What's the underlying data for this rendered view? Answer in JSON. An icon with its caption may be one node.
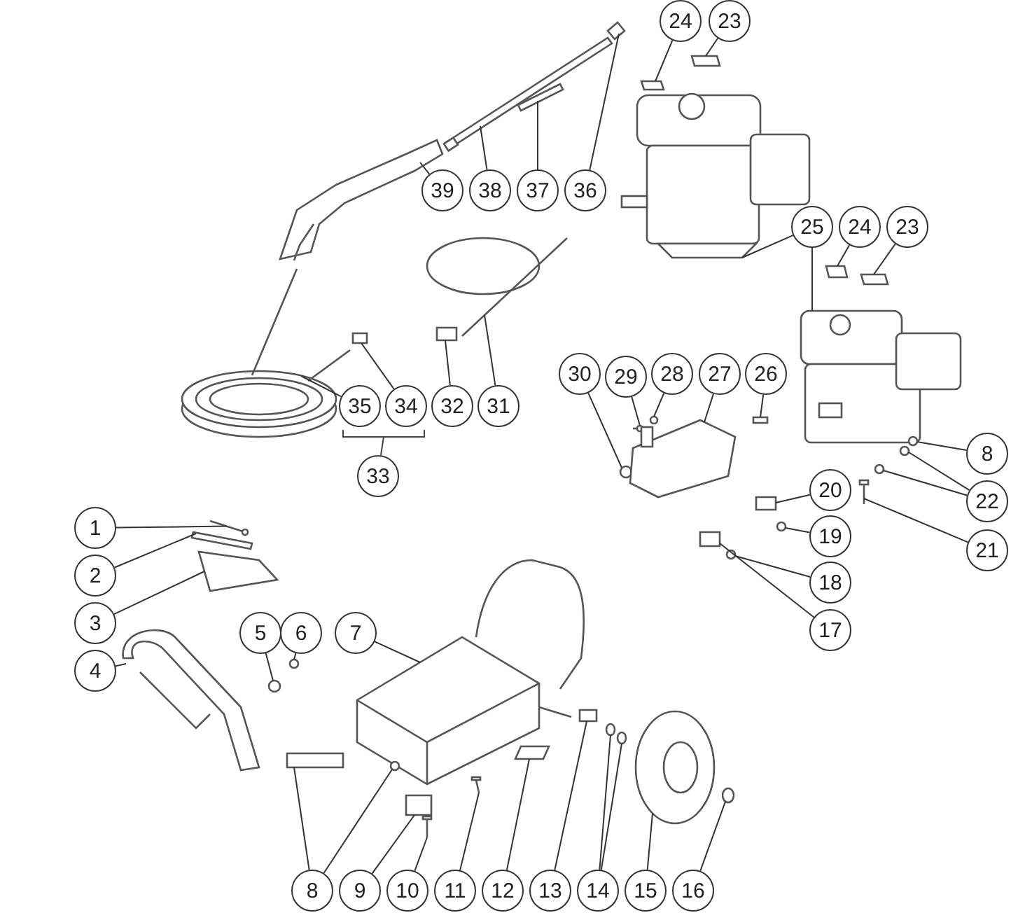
{
  "diagram": {
    "nodes": [
      {
        "text": [
          "24"
        ]
      },
      {
        "text": [
          "23"
        ]
      },
      {
        "text": [
          "39"
        ]
      },
      {
        "text": [
          "38"
        ]
      },
      {
        "text": [
          "37"
        ]
      },
      {
        "text": [
          "36"
        ]
      },
      {
        "text": [
          "25"
        ]
      },
      {
        "text": [
          "24"
        ]
      },
      {
        "text": [
          "23"
        ]
      },
      {
        "text": [
          "30"
        ]
      },
      {
        "text": [
          "29"
        ]
      },
      {
        "text": [
          "28"
        ]
      },
      {
        "text": [
          "27"
        ]
      },
      {
        "text": [
          "26"
        ]
      },
      {
        "text": [
          "35"
        ]
      },
      {
        "text": [
          "34"
        ]
      },
      {
        "text": [
          "32"
        ]
      },
      {
        "text": [
          "31"
        ]
      },
      {
        "text": [
          "8"
        ]
      },
      {
        "text": [
          "33"
        ]
      },
      {
        "text": [
          "20"
        ]
      },
      {
        "text": [
          "22"
        ]
      },
      {
        "text": [
          "1"
        ]
      },
      {
        "text": [
          "19"
        ]
      },
      {
        "text": [
          "21"
        ]
      },
      {
        "text": [
          "2"
        ]
      },
      {
        "text": [
          "18"
        ]
      },
      {
        "text": [
          "3"
        ]
      },
      {
        "text": [
          "17"
        ]
      },
      {
        "text": [
          "5"
        ]
      },
      {
        "text": [
          "6"
        ]
      },
      {
        "text": [
          "7"
        ]
      },
      {
        "text": [
          "4"
        ]
      },
      {
        "text": [
          "8"
        ]
      },
      {
        "text": [
          "9"
        ]
      },
      {
        "text": [
          "10"
        ]
      },
      {
        "text": [
          "11"
        ]
      },
      {
        "text": [
          "12"
        ]
      },
      {
        "text": [
          "13"
        ]
      },
      {
        "text": [
          "14"
        ]
      },
      {
        "text": [
          "15"
        ]
      },
      {
        "text": [
          "16"
        ]
      },
      {
        "text": [],
        "shape": "box"
      },
      {
        "text": [],
        "shape": "box"
      },
      {
        "text": [],
        "shape": "picture"
      },
      {
        "text": [],
        "shape": "picture"
      },
      {
        "text": [],
        "shape": "box"
      },
      {
        "text": [],
        "shape": "box"
      },
      {
        "text": [],
        "shape": "picture"
      },
      {
        "text": [],
        "shape": "picture"
      },
      {
        "text": [],
        "shape": "box"
      },
      {
        "text": [],
        "shape": "box"
      },
      {
        "text": [],
        "shape": "circle"
      },
      {
        "text": [],
        "shape": "picture"
      },
      {
        "text": [],
        "shape": "circle"
      },
      {
        "text": [],
        "shape": "picture"
      },
      {
        "text": [],
        "shape": "box"
      },
      {
        "text": [],
        "shape": "picture"
      },
      {
        "text": [],
        "shape": "box"
      },
      {
        "text": [],
        "shape": "box"
      },
      {
        "text": [],
        "shape": "picture"
      },
      {
        "text": [],
        "shape": "circle"
      },
      {
        "text": [],
        "shape": "circle"
      },
      {
        "text": [],
        "shape": "circle"
      },
      {
        "text": [],
        "shape": "box"
      },
      {
        "text": [],
        "shape": "picture"
      },
      {
        "text": [],
        "shape": "circle"
      },
      {
        "text": [],
        "shape": "picture"
      },
      {
        "text": [],
        "shape": "box"
      },
      {
        "text": [],
        "shape": "circle"
      },
      {
        "text": [],
        "shape": "box"
      },
      {
        "text": [],
        "shape": "box"
      },
      {
        "text": [],
        "shape": "circle"
      },
      {
        "text": [],
        "shape": "circle"
      },
      {
        "text": [],
        "shape": "picture"
      },
      {
        "text": [],
        "shape": "picture"
      },
      {
        "text": [],
        "shape": "box"
      },
      {
        "text": [],
        "shape": "circle"
      },
      {
        "text": [],
        "shape": "box"
      },
      {
        "text": [],
        "shape": "picture"
      },
      {
        "text": [],
        "shape": "picture"
      },
      {
        "text": [],
        "shape": "box"
      },
      {
        "text": [],
        "shape": "box"
      },
      {
        "text": [],
        "shape": "circle"
      },
      {
        "text": [],
        "shape": "circle"
      },
      {
        "text": [],
        "shape": "picture"
      },
      {
        "text": [],
        "shape": "circle"
      }
    ],
    "edges": [
      {
        "from": 0,
        "to": 42,
        "arrow": "none"
      },
      {
        "from": 1,
        "to": 43,
        "arrow": "none"
      },
      {
        "from": 2,
        "to": 44,
        "arrow": "none"
      },
      {
        "from": 3,
        "to": 45,
        "arrow": "none"
      },
      {
        "from": 4,
        "to": 46,
        "arrow": "none"
      },
      {
        "from": 5,
        "to": 47,
        "arrow": "none"
      },
      {
        "from": 6,
        "to": 48,
        "arrow": "none"
      },
      {
        "from": 6,
        "to": 49,
        "arrow": "none"
      },
      {
        "from": 7,
        "to": 50,
        "arrow": "none"
      },
      {
        "from": 8,
        "to": 51,
        "arrow": "none"
      },
      {
        "from": 9,
        "to": 52,
        "arrow": "none"
      },
      {
        "from": 10,
        "to": 53,
        "arrow": "none"
      },
      {
        "from": 11,
        "to": 54,
        "arrow": "none"
      },
      {
        "from": 12,
        "to": 55,
        "arrow": "none"
      },
      {
        "from": 13,
        "to": 56,
        "arrow": "none"
      },
      {
        "from": 14,
        "to": 57,
        "arrow": "none"
      },
      {
        "from": 15,
        "to": 58,
        "arrow": "none"
      },
      {
        "from": 16,
        "to": 59,
        "arrow": "none"
      },
      {
        "from": 17,
        "to": 60,
        "arrow": "none"
      },
      {
        "from": 18,
        "to": 61,
        "arrow": "none"
      },
      {
        "from": 21,
        "to": 62,
        "arrow": "none"
      },
      {
        "from": 21,
        "to": 63,
        "arrow": "none"
      },
      {
        "from": 20,
        "to": 64,
        "arrow": "none"
      },
      {
        "from": 22,
        "to": 65,
        "arrow": "none"
      },
      {
        "from": 23,
        "to": 66,
        "arrow": "none"
      },
      {
        "from": 24,
        "to": 67,
        "arrow": "none"
      },
      {
        "from": 25,
        "to": 68,
        "arrow": "none"
      },
      {
        "from": 26,
        "to": 69,
        "arrow": "none"
      },
      {
        "from": 27,
        "to": 70,
        "arrow": "none"
      },
      {
        "from": 28,
        "to": 71,
        "arrow": "none"
      },
      {
        "from": 29,
        "to": 72,
        "arrow": "none"
      },
      {
        "from": 30,
        "to": 73,
        "arrow": "none"
      },
      {
        "from": 31,
        "to": 74,
        "arrow": "none"
      },
      {
        "from": 32,
        "to": 75,
        "arrow": "none"
      },
      {
        "from": 33,
        "to": 76,
        "arrow": "none"
      },
      {
        "from": 33,
        "to": 77,
        "arrow": "none"
      },
      {
        "from": 34,
        "to": 78,
        "arrow": "none"
      },
      {
        "from": 35,
        "to": 79,
        "arrow": "none"
      },
      {
        "from": 36,
        "to": 80,
        "arrow": "none"
      },
      {
        "from": 37,
        "to": 81,
        "arrow": "none"
      },
      {
        "from": 38,
        "to": 82,
        "arrow": "none"
      },
      {
        "from": 39,
        "to": 83,
        "arrow": "none"
      },
      {
        "from": 39,
        "to": 84,
        "arrow": "none"
      },
      {
        "from": 40,
        "to": 85,
        "arrow": "none"
      },
      {
        "from": 41,
        "to": 86,
        "arrow": "none"
      }
    ]
  }
}
